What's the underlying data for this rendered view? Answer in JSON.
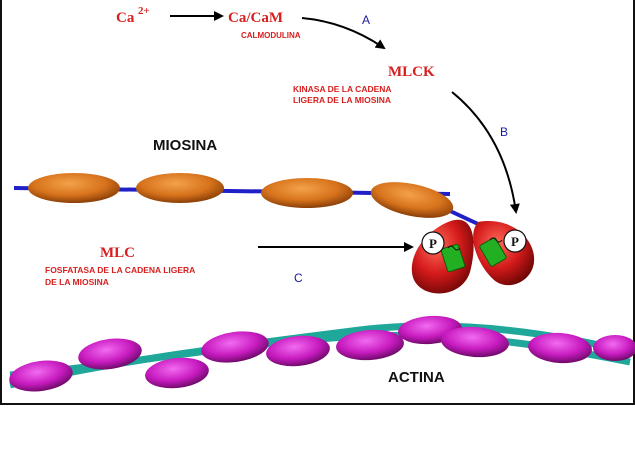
{
  "labels": {
    "calcium": "Ca",
    "calcium_charge": "2+",
    "ca_cam": "Ca/CaM",
    "calmodulina": "CALMODULINA",
    "mlck": "MLCK",
    "mlck_desc_line1": "KINASA DE LA CADENA",
    "mlck_desc_line2": "LIGERA DE LA MIOSINA",
    "miosina": "MIOSINA",
    "mlc": "MLC",
    "mlc_desc_line1": "FOSFATASA DE LA CADENA LIGERA",
    "mlc_desc_line2": "DE LA MIOSINA",
    "actina": "ACTINA",
    "step_a": "A",
    "step_b": "B",
    "step_c": "C",
    "phosphate_left": "P",
    "phosphate_right": "P"
  },
  "colors": {
    "red_text": "#d81f1f",
    "step_text": "#1a1aa6",
    "myosin_body": "#d7731c",
    "myosin_rod": "#2020c8",
    "myosin_head": "#d41a1a",
    "light_chain": "#22b022",
    "actin_bead": "#c81bc0",
    "actin_strand": "#1fa89a"
  }
}
